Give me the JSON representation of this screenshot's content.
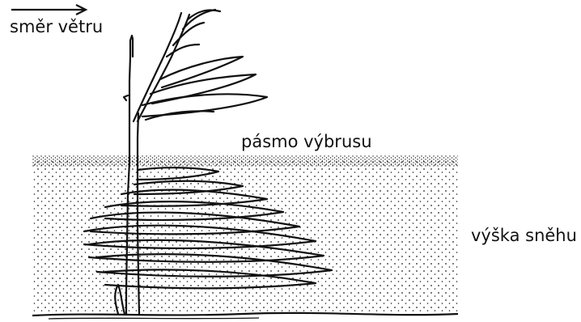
{
  "labels": {
    "wind_direction": "směr větru",
    "abrasion_zone": "pásmo výbrusu",
    "snow_height": "výška sněhu"
  },
  "colors": {
    "ink": "#111111",
    "background": "#ffffff"
  }
}
